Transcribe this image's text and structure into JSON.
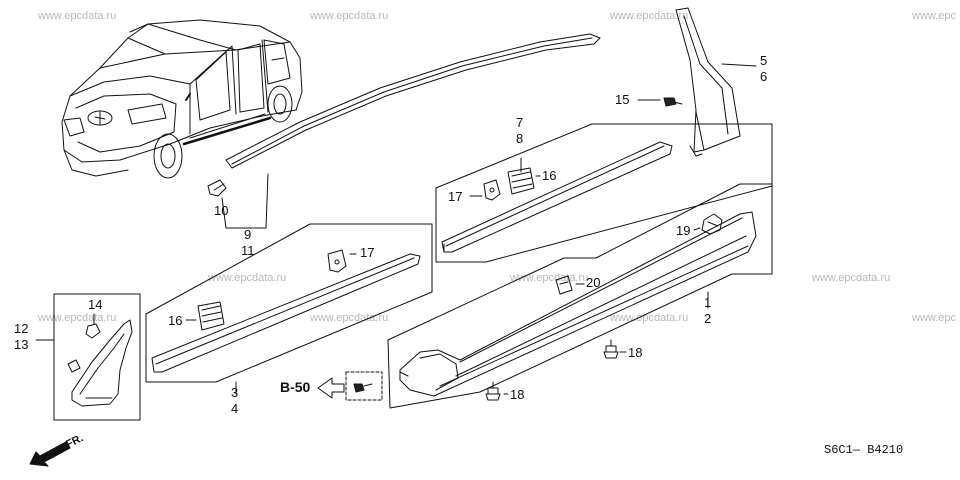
{
  "watermark": "www.epcdata.ru",
  "watermark_cut": "www.epc",
  "direction_label": "FR.",
  "reference_label": "B-50",
  "diagram_code": "S6C1— B4210",
  "callouts": {
    "c1": "1",
    "c2": "2",
    "c3": "3",
    "c4": "4",
    "c5": "5",
    "c6": "6",
    "c7": "7",
    "c8": "8",
    "c9": "9",
    "c10": "10",
    "c11": "11",
    "c12": "12",
    "c13": "13",
    "c14": "14",
    "c15": "15",
    "c16a": "16",
    "c16b": "16",
    "c17a": "17",
    "c17b": "17",
    "c18a": "18",
    "c18b": "18",
    "c19": "19",
    "c20": "20"
  },
  "colors": {
    "line": "#111111",
    "watermark": "#b8b8b8"
  }
}
